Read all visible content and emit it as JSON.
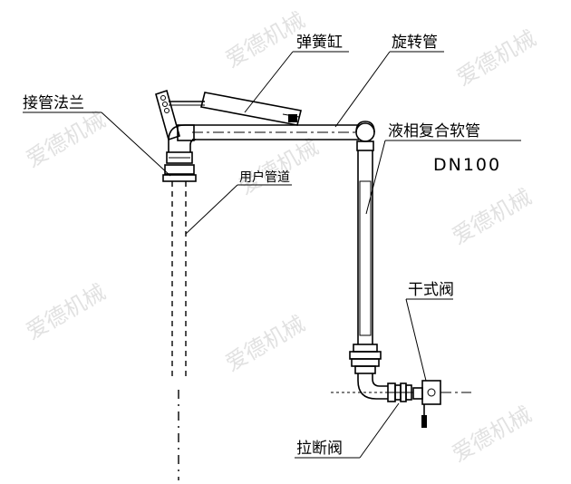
{
  "diagram": {
    "labels": {
      "spring_cylinder": "弹簧缸",
      "swivel_pipe": "旋转管",
      "pipe_flange": "接管法兰",
      "composite_hose": "液相复合软管",
      "hose_spec": "DN100",
      "user_pipe": "用户管道",
      "dry_valve": "干式阀",
      "breakaway_valve": "拉断阀"
    },
    "watermark": "爱德机械"
  }
}
